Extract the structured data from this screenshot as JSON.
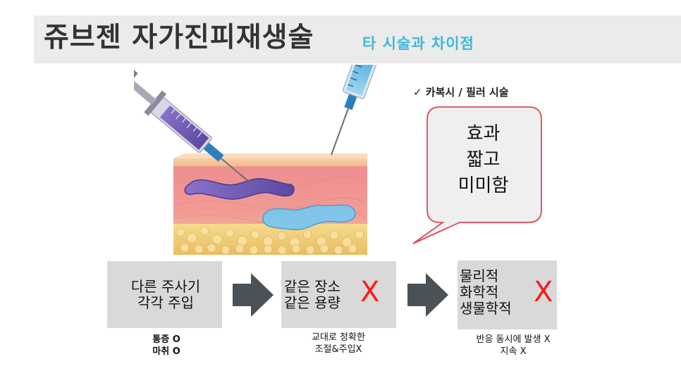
{
  "header": {
    "title": "쥬브젠 자가진피재생술",
    "subtitle": "타 시술과 차이점"
  },
  "checklist": {
    "item": "✓  카복시 / 필러 시술"
  },
  "speech_bubble": {
    "line1": "효과",
    "line2": "짧고",
    "line3": "미미함"
  },
  "steps": [
    {
      "line1": "다른 주사기",
      "line2": "각각 주입",
      "note1": "통증 O",
      "note2": "마취 O"
    },
    {
      "line1": "같은 장소",
      "line2": "같은 용량",
      "mark": "X",
      "note1": "교대로 정확한",
      "note2": "조절&주입X"
    },
    {
      "line1": "물리적",
      "line2": "화학적",
      "line3": "생물학적",
      "mark": "X",
      "note1": "반응 동시에 발생 X",
      "note2": "지속 X"
    }
  ],
  "colors": {
    "header_bg": "#ebebeb",
    "subtitle": "#3db8d6",
    "box_bg": "#d9d9d9",
    "mark": "#ff1a1a",
    "arrow": "#4a5257"
  },
  "icons": {
    "arrow": "right-arrow-icon",
    "syringe": "syringe-icon"
  }
}
